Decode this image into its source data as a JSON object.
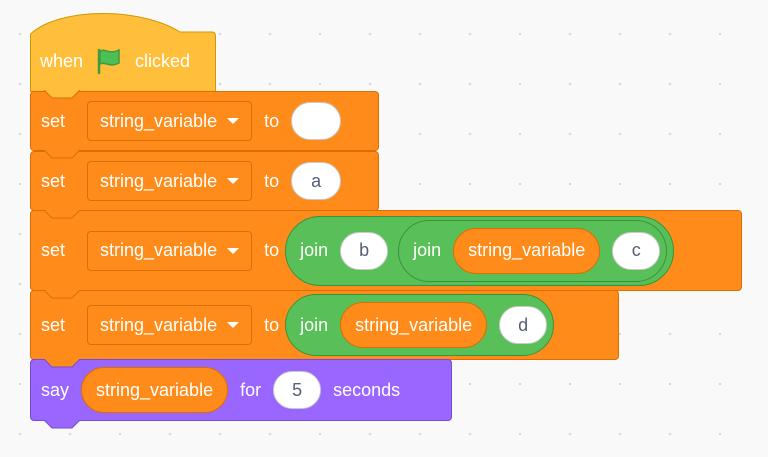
{
  "workspace": {
    "background": "#f9f9f9",
    "grid_dot_color": "#d6d6d6"
  },
  "colors": {
    "events": "#ffbf3b",
    "variables": "#ff8c1a",
    "operators": "#59c059",
    "looks": "#9966ff",
    "input_text": "#575e75"
  },
  "script": {
    "hat": {
      "when": "when",
      "icon": "green-flag-icon",
      "clicked": "clicked"
    },
    "set1": {
      "set": "set",
      "variable": "string_variable",
      "to": "to",
      "value": ""
    },
    "set2": {
      "set": "set",
      "variable": "string_variable",
      "to": "to",
      "value": "a"
    },
    "set3": {
      "set": "set",
      "variable": "string_variable",
      "to": "to",
      "join_outer": {
        "join": "join",
        "arg1": "b",
        "join_inner": {
          "join": "join",
          "arg1": "string_variable",
          "arg2": "c"
        }
      }
    },
    "set4": {
      "set": "set",
      "variable": "string_variable",
      "to": "to",
      "join": {
        "join": "join",
        "arg1": "string_variable",
        "arg2": "d"
      }
    },
    "say": {
      "say": "say",
      "value": "string_variable",
      "for": "for",
      "secs": "5",
      "seconds": "seconds"
    }
  }
}
